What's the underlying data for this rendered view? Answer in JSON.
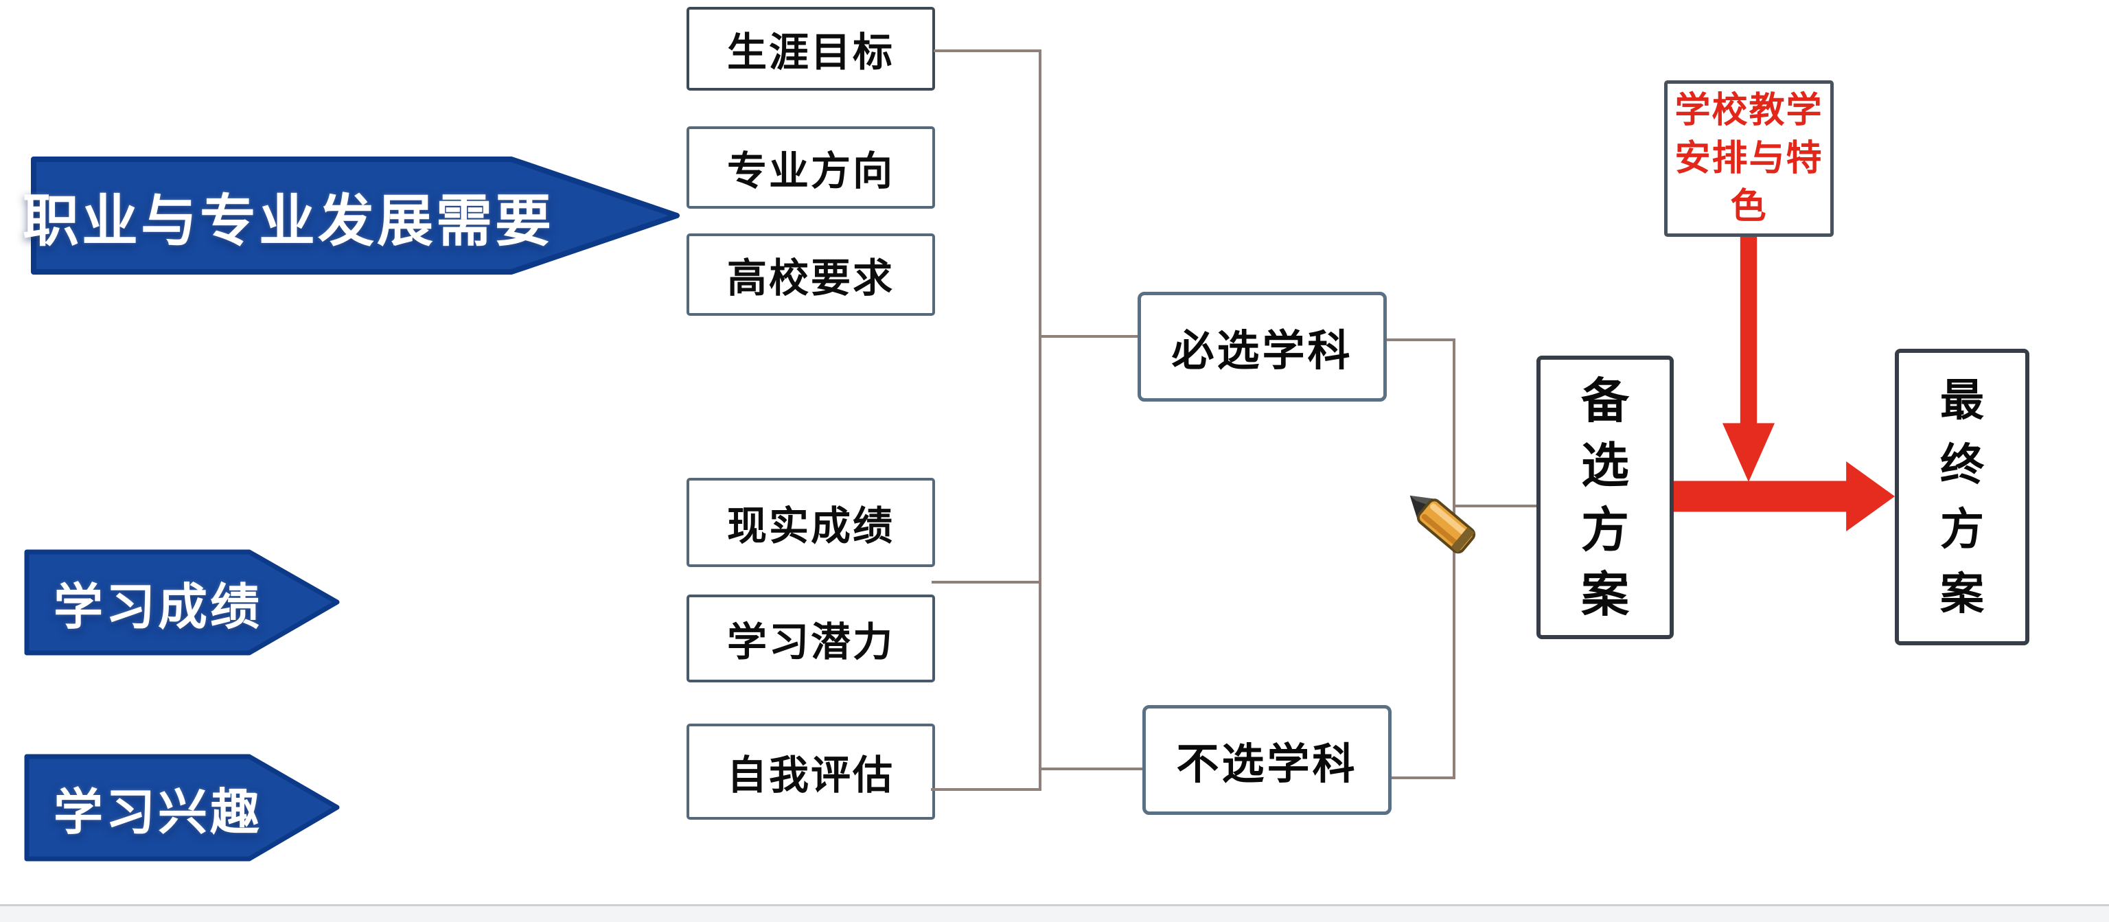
{
  "diagram": {
    "factor_arrows": [
      {
        "id": "career-development",
        "label": "职业与专业发展需要"
      },
      {
        "id": "academic-performance",
        "label": "学习成绩"
      },
      {
        "id": "learning-interest",
        "label": "学习兴趣"
      }
    ],
    "input_boxes": [
      {
        "id": "career-goal",
        "label": "生涯目标"
      },
      {
        "id": "major-direction",
        "label": "专业方向"
      },
      {
        "id": "university-requirements",
        "label": "高校要求"
      },
      {
        "id": "actual-grades",
        "label": "现实成绩"
      },
      {
        "id": "learning-potential",
        "label": "学习潜力"
      },
      {
        "id": "self-assessment",
        "label": "自我评估"
      }
    ],
    "subject_boxes": [
      {
        "id": "required-subjects",
        "label": "必选学科"
      },
      {
        "id": "excluded-subjects",
        "label": "不选学科"
      }
    ],
    "plan_boxes": [
      {
        "id": "backup-plan",
        "label": "备选方案",
        "chars": [
          "备",
          "选",
          "方",
          "案"
        ]
      },
      {
        "id": "final-plan",
        "label": "最终方案",
        "chars": [
          "最",
          "终",
          "方",
          "案"
        ]
      }
    ],
    "school_factor_box": {
      "id": "school-teaching",
      "label": "学校教学安排与特色",
      "lines": [
        "学校教学",
        "安排与特",
        "色"
      ]
    },
    "icons": [
      {
        "id": "pencil-icon",
        "meaning": "pencil at the junction where subject choices are written into the backup plan"
      }
    ],
    "colors": {
      "arrow_blue": "#17499e",
      "arrow_blue_border": "#0c3a88",
      "arrow_text": "#ffffff",
      "input_box_border": "#56697b",
      "plan_box_border": "#363d46",
      "connector": "#90807a",
      "red": "#e62c1e",
      "red_text": "#e3261a",
      "box_text": "#0d0d0d",
      "background": "#ffffff"
    }
  }
}
